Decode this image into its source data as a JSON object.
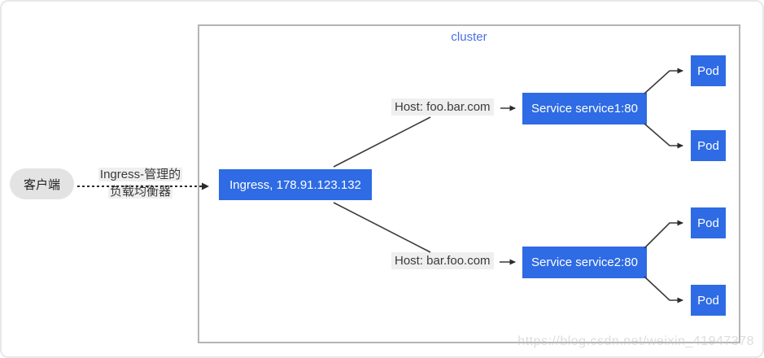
{
  "cluster": {
    "label": "cluster"
  },
  "client": {
    "label": "客户端"
  },
  "lb_label": {
    "line1": "Ingress-管理的",
    "line2": "负载均衡器"
  },
  "ingress": {
    "label": "Ingress, 178.91.123.132"
  },
  "routes": [
    {
      "host": "Host: foo.bar.com",
      "service": "Service service1:80",
      "pods": [
        "Pod",
        "Pod"
      ]
    },
    {
      "host": "Host: bar.foo.com",
      "service": "Service service2:80",
      "pods": [
        "Pod",
        "Pod"
      ]
    }
  ],
  "watermark": {
    "text": "https://blog.csdn.net/weixin_41947378"
  },
  "colors": {
    "node_blue": "#2e6be4",
    "cluster_label_blue": "#4a6ee5",
    "frame_gray": "#b5b5b5",
    "client_pill_gray": "#e3e3e3",
    "label_highlight_gray": "#efefef",
    "connector_dark": "#3a3a3a",
    "watermark_gray": "#c3c3c3"
  }
}
